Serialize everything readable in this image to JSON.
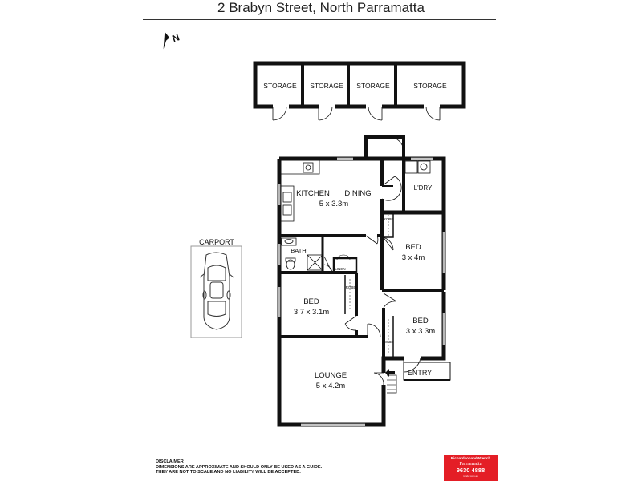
{
  "header": {
    "title": "2 Brabyn Street, North Parramatta"
  },
  "storage": [
    "STORAGE",
    "STORAGE",
    "STORAGE",
    "STORAGE"
  ],
  "rooms": {
    "kitchen": {
      "name": "KITCHEN"
    },
    "dining": {
      "name": "DINING",
      "size": "5 x 3.3m"
    },
    "laundry": {
      "name": "L'DRY"
    },
    "bath": {
      "name": "BATH"
    },
    "linen": {
      "name": "LINEN"
    },
    "robe": "ROBE",
    "bed1": {
      "name": "BED",
      "size": "3 x 4m"
    },
    "bed2": {
      "name": "BED",
      "size": "3.7 x 3.1m"
    },
    "bed3": {
      "name": "BED",
      "size": "3 x 3.3m"
    },
    "lounge": {
      "name": "LOUNGE",
      "size": "5 x 4.2m"
    },
    "entry": {
      "name": "ENTRY"
    },
    "carport": {
      "name": "CARPORT"
    }
  },
  "compass": {
    "icon": "north-arrow-icon",
    "letter": "N"
  },
  "disclaimer": {
    "title": "DISCLAIMER",
    "line1": "DIMENSIONS ARE APPROXIMATE AND SHOULD ONLY BE USED AS A GUIDE.",
    "line2": "THEY ARE NOT TO SCALE AND NO LIABILITY WILL BE ACCEPTED."
  },
  "agency": {
    "brand": "RichardsonandWrench",
    "office": "Parramatta",
    "phone": "9630 4888",
    "web": "randw.com.au",
    "color": "#e41e26"
  }
}
